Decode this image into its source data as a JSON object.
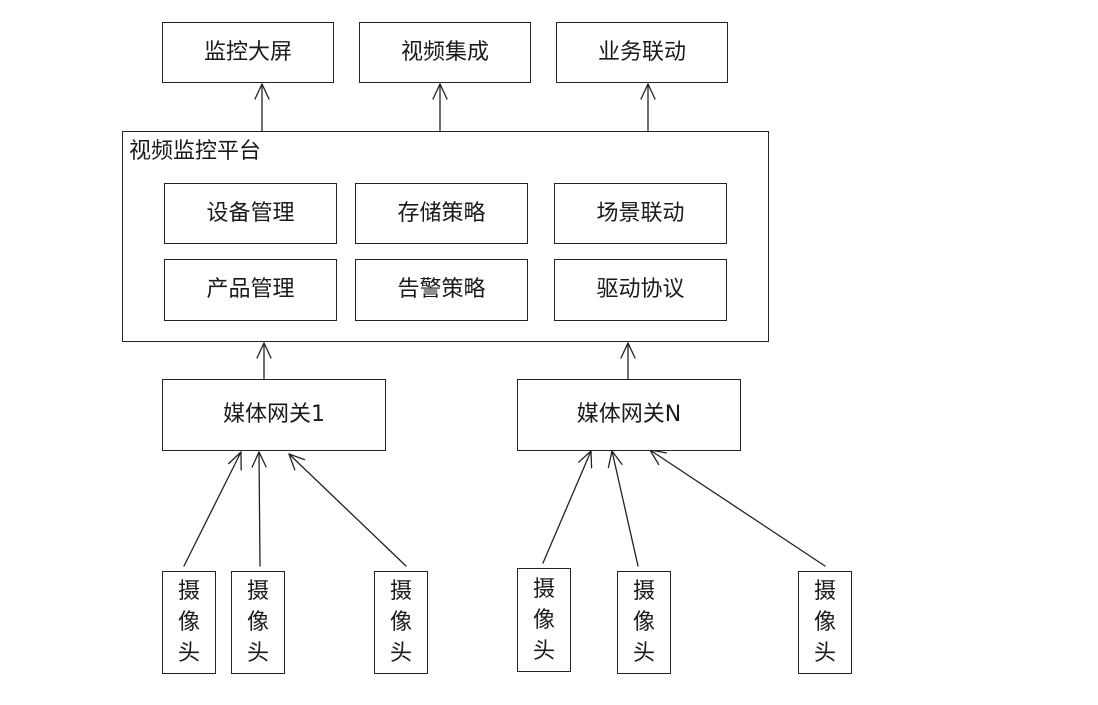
{
  "top_apps": [
    {
      "label": "监控大屏"
    },
    {
      "label": "视频集成"
    },
    {
      "label": "业务联动"
    }
  ],
  "platform": {
    "title": "视频监控平台",
    "modules": [
      {
        "label": "设备管理"
      },
      {
        "label": "存储策略"
      },
      {
        "label": "场景联动"
      },
      {
        "label": "产品管理"
      },
      {
        "label": "告警策略"
      },
      {
        "label": "驱动协议"
      }
    ]
  },
  "gateways": [
    {
      "label": "媒体网关1"
    },
    {
      "label": "媒体网关N"
    }
  ],
  "cameras": [
    {
      "chars": [
        "摄",
        "像",
        "头"
      ]
    },
    {
      "chars": [
        "摄",
        "像",
        "头"
      ]
    },
    {
      "chars": [
        "摄",
        "像",
        "头"
      ]
    },
    {
      "chars": [
        "摄",
        "像",
        "头"
      ]
    },
    {
      "chars": [
        "摄",
        "像",
        "头"
      ]
    },
    {
      "chars": [
        "摄",
        "像",
        "头"
      ]
    }
  ]
}
